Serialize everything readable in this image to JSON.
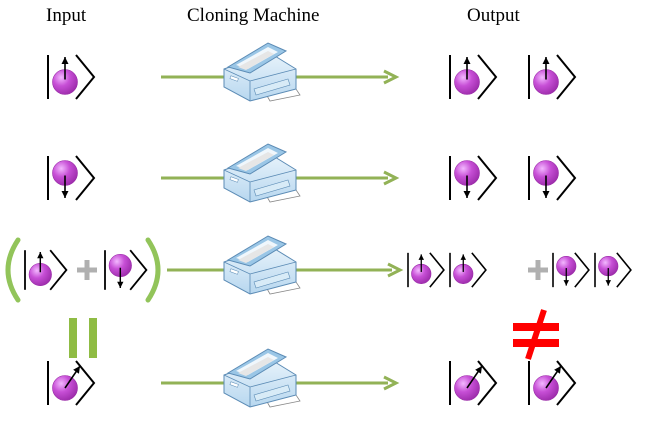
{
  "headers": {
    "input": "Input",
    "machine": "Cloning Machine",
    "output": "Output"
  },
  "colors": {
    "arrow": "#92b256",
    "bracket": "#92c45a",
    "plus": "#b0b0b0",
    "equals": "#8fbc44",
    "not_equal": "#ff0000",
    "ball_main": "#c74fd6",
    "ball_light": "#f3b8ff",
    "ball_dark": "#9a2aa8",
    "machine_body": "#b7d7ef",
    "machine_top": "#9ac6e6",
    "machine_outline": "#5b8bb5",
    "paper": "#ffffff"
  },
  "icons": {
    "state": "qubit-ket-icon",
    "machine": "printer-icon",
    "equals": "equals-sign-icon",
    "not_equal": "not-equal-sign-icon",
    "plus": "plus-sign-icon"
  },
  "rows": [
    {
      "id": "spin-up",
      "input": [
        "up"
      ],
      "output": [
        "up",
        "up"
      ]
    },
    {
      "id": "spin-down",
      "input": [
        "down"
      ],
      "output": [
        "down",
        "down"
      ]
    },
    {
      "id": "superposition",
      "input": [
        "up",
        "down"
      ],
      "output": [
        "up",
        "up",
        "down",
        "down"
      ]
    },
    {
      "id": "diagonal",
      "input": [
        "diag"
      ],
      "output": [
        "diag",
        "diag"
      ]
    }
  ]
}
